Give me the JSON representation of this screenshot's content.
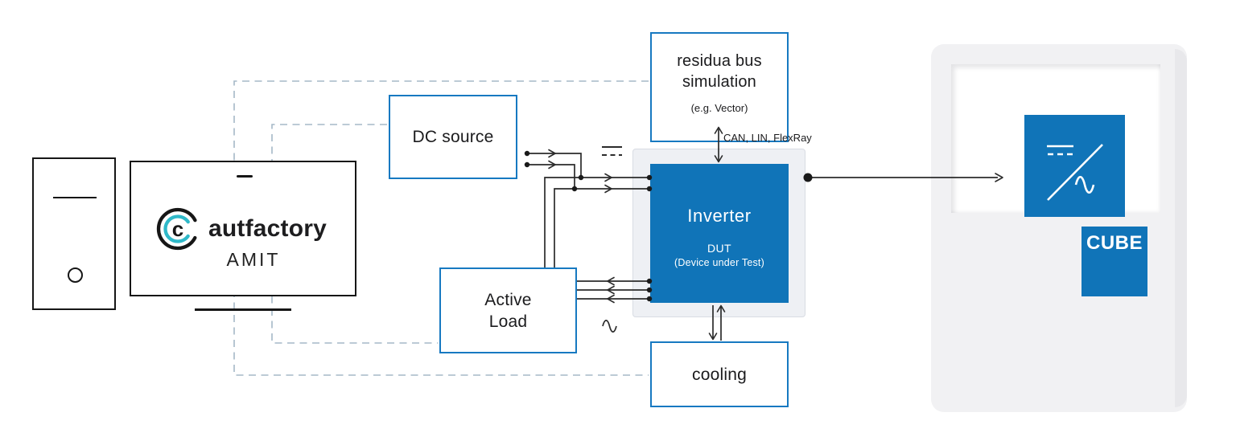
{
  "pc": {
    "brand": "autfactory",
    "logo_letter": "c",
    "model": "AMIT"
  },
  "boxes": {
    "dc_source": {
      "label": "DC source"
    },
    "active_load": {
      "line1": "Active",
      "line2": "Load"
    },
    "residual_bus": {
      "line1": "residua bus",
      "line2": "simulation",
      "subtitle": "(e.g. Vector)"
    },
    "cooling": {
      "label": "cooling"
    },
    "inverter": {
      "title": "Inverter",
      "subtitle1": "DUT",
      "subtitle2": "(Device under Test)"
    }
  },
  "connections": {
    "bus_label": "CAN, LIN, FlexRay"
  },
  "cabinet": {
    "logo": "CUBE"
  },
  "colors": {
    "accent_blue": "#1074B8",
    "box_border_blue": "#1779C1",
    "wire": "#2B2B2B",
    "dashed_connector": "#A5B8C7",
    "logo_teal": "#2FB9C9"
  }
}
